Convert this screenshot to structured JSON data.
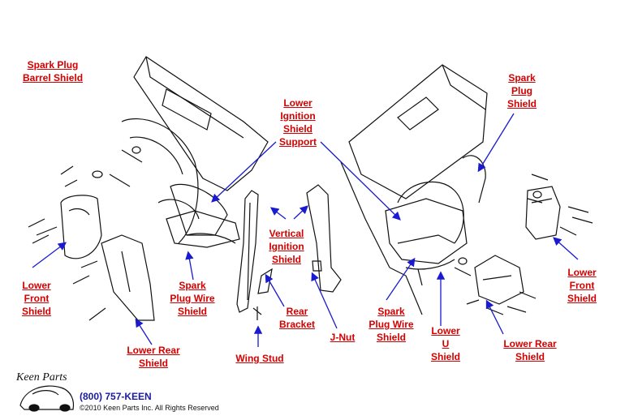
{
  "labels": {
    "spark_plug_barrel_shield": [
      "Spark Plug",
      "Barrel Shield"
    ],
    "lower_ignition_shield_support": [
      "Lower",
      "Ignition",
      "Shield",
      "Support"
    ],
    "spark_plug_shield": [
      "Spark",
      "Plug",
      "Shield"
    ],
    "lower_front_shield_left": [
      "Lower",
      "Front",
      "Shield"
    ],
    "spark_plug_wire_shield_left": [
      "Spark",
      "Plug Wire",
      "Shield"
    ],
    "vertical_ignition_shield": [
      "Vertical",
      "Ignition",
      "Shield"
    ],
    "rear_bracket": [
      "Rear",
      "Bracket"
    ],
    "j_nut": [
      "J-Nut"
    ],
    "wing_stud": [
      "Wing Stud"
    ],
    "lower_rear_shield_left": [
      "Lower Rear",
      "Shield"
    ],
    "spark_plug_wire_shield_right": [
      "Spark",
      "Plug Wire",
      "Shield"
    ],
    "lower_u_shield": [
      "Lower",
      "U",
      "Shield"
    ],
    "lower_rear_shield_right": [
      "Lower Rear",
      "Shield"
    ],
    "lower_front_shield_right": [
      "Lower",
      "Front",
      "Shield"
    ]
  },
  "footer": {
    "brand": "Keen Parts",
    "phone": "(800) 757-KEEN",
    "copyright": "©2010 Keen Parts Inc. All Rights Reserved"
  },
  "colors": {
    "label": "#d40000",
    "arrow": "#1a1ad0",
    "line_art": "#111111"
  }
}
